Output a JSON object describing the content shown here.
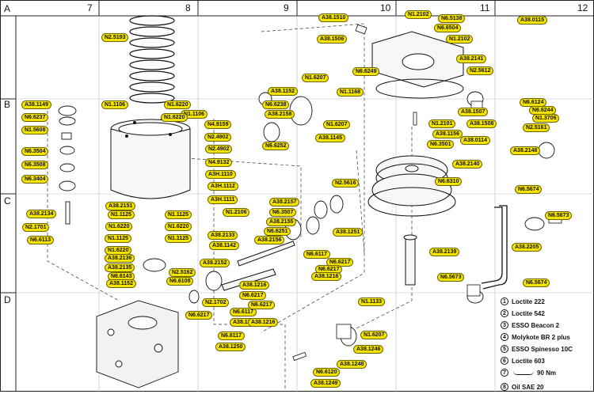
{
  "columns": [
    "7",
    "8",
    "9",
    "10",
    "11",
    "12"
  ],
  "rows": [
    "A",
    "B",
    "C",
    "D"
  ],
  "tags": [
    "N2.5193",
    "A38.1149",
    "N6.6237",
    "N1.5608",
    "N6.3504",
    "N6.3508",
    "N6.3404",
    "N1.1106",
    "N1.6220",
    "N1.1106",
    "N1.6220",
    "A38.1152",
    "N6.6238",
    "A38.2158",
    "N1.6207",
    "N1.1168",
    "N1.6207",
    "N6.6252",
    "A38.1145",
    "N4.9159",
    "N2.4902",
    "N2.4902",
    "N4.9132",
    "A3H.1110",
    "A3H.1112",
    "A3H.1111",
    "N1.2106",
    "A38.2134",
    "N2.1701",
    "N6.6113",
    "A38.2151",
    "N1.1125",
    "N1.1125",
    "N1.6220",
    "N1.6220",
    "N1.1125",
    "N1.1125",
    "N1.6220",
    "A38.2136",
    "A38.2135",
    "N6.6143",
    "A38.1152",
    "N2.5162",
    "N6.6108",
    "A38.2133",
    "A38.1142",
    "A38.2152",
    "N2.1702",
    "N6.6217",
    "A38.1216",
    "N6.6217",
    "N6.6117",
    "A38.1216",
    "A38.1250",
    "N6.3507",
    "A38.2155",
    "N6.6251",
    "A38.2156",
    "A38.2157",
    "N2.5616",
    "A38.1251",
    "N6.6117",
    "N6.6217",
    "N6.6217",
    "A38.1216",
    "N6.6217",
    "A38.1216",
    "N6.6117",
    "A38.1510",
    "A38.1506",
    "N1.2102",
    "N6.5138",
    "N6.6504",
    "N1.2102",
    "A38.0115",
    "A38.2141",
    "N2.5612",
    "N6.6249",
    "A38.1507",
    "N6.6124",
    "N6.6244",
    "A38.1508",
    "N1.3706",
    "N2.5161",
    "N1.2101",
    "A38.1156",
    "N6.3501",
    "A38.0114",
    "A38.2148",
    "A38.2140",
    "N6.6310",
    "N6.5674",
    "N6.5673",
    "A38.2205",
    "A38.2139",
    "N6.5673",
    "N6.5674",
    "N1.1133",
    "N1.6207",
    "A38.1246",
    "A38.1248",
    "N6.6120",
    "A38.1249"
  ],
  "legend": [
    {
      "n": "1",
      "text": "Loctite 222"
    },
    {
      "n": "2",
      "text": "Loctite 542"
    },
    {
      "n": "3",
      "text": "ESSO Beacon 2"
    },
    {
      "n": "4",
      "text": "Molykote BR 2 plus"
    },
    {
      "n": "5",
      "text": "ESSO Spinesso 10C"
    },
    {
      "n": "6",
      "text": "Loctite 603"
    },
    {
      "n": "7",
      "text": "90 Nm"
    },
    {
      "n": "8",
      "text": "Oil SAE 20"
    }
  ]
}
